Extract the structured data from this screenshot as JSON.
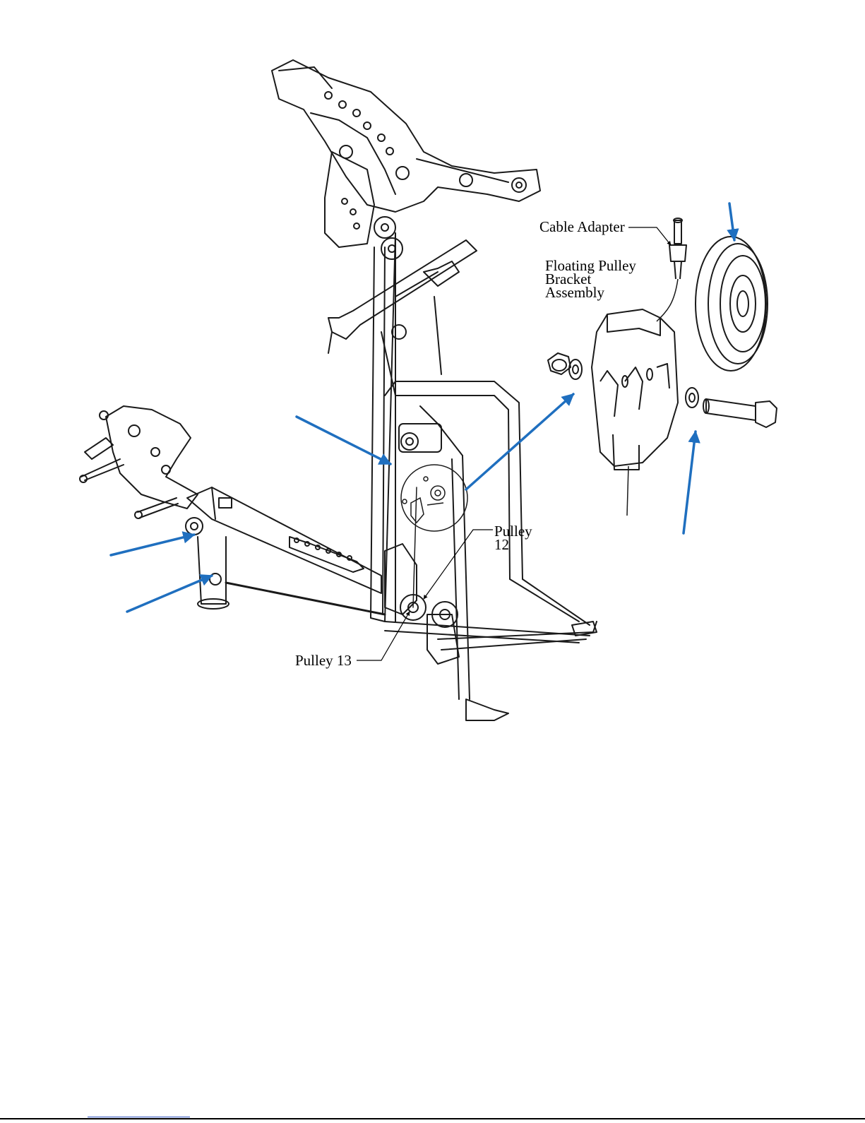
{
  "labels": {
    "cable_adapter": "Cable Adapter",
    "floating_pulley_bracket": "Floating Pulley\nBracket\nAssembly",
    "pulley_12": "Pulley\n12",
    "pulley_13": "Pulley 13"
  },
  "colors": {
    "arrow": "#1f6fbf",
    "line": "#1a1a1a"
  }
}
